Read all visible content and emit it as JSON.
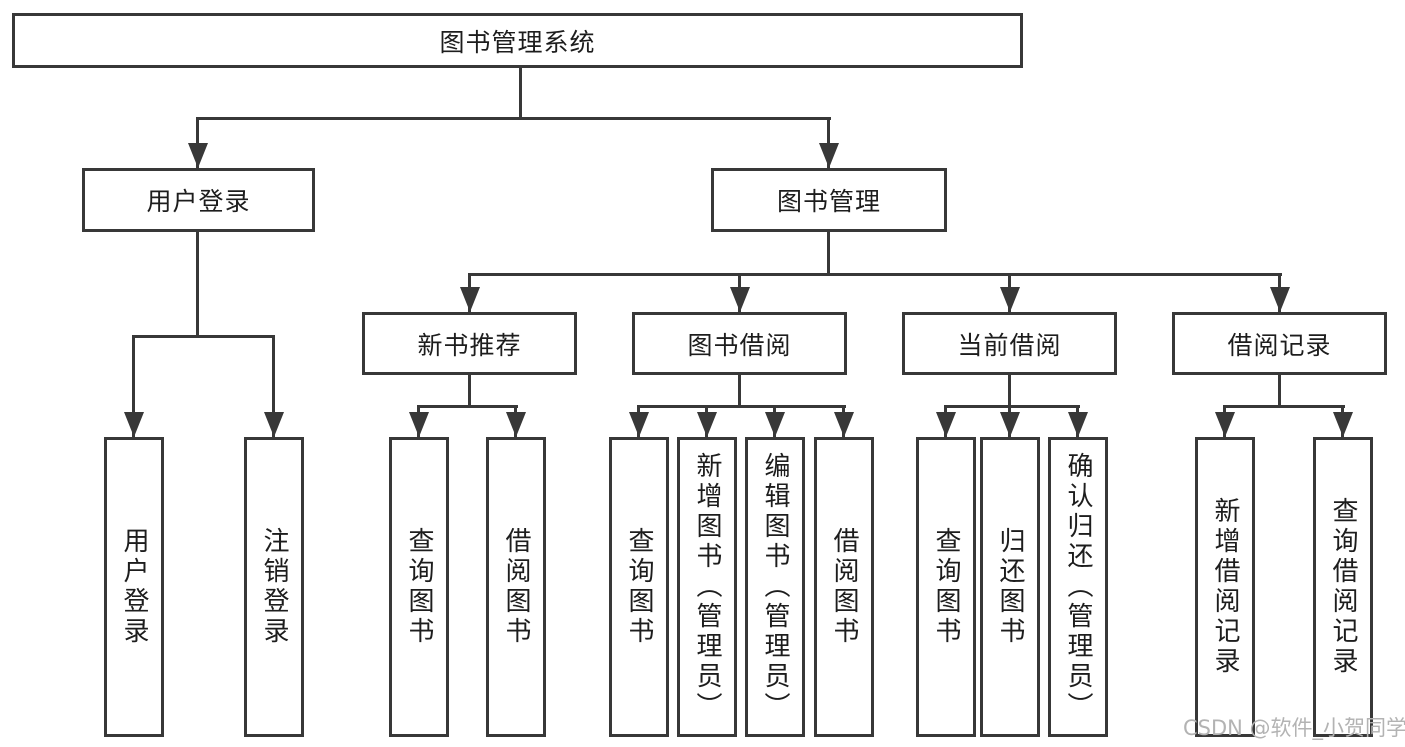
{
  "diagram": {
    "title": "图书管理系统",
    "root": {
      "label": "图书管理系统"
    },
    "level2": [
      {
        "label": "用户登录"
      },
      {
        "label": "图书管理"
      }
    ],
    "level3": [
      {
        "label": "新书推荐"
      },
      {
        "label": "图书借阅"
      },
      {
        "label": "当前借阅"
      },
      {
        "label": "借阅记录"
      }
    ],
    "leaves": {
      "login": [
        {
          "label": "用户登录"
        },
        {
          "label": "注销登录"
        }
      ],
      "recommend": [
        {
          "label": "查询图书"
        },
        {
          "label": "借阅图书"
        }
      ],
      "borrow": [
        {
          "label": "查询图书"
        },
        {
          "label": "新增图书（管理员）"
        },
        {
          "label": "编辑图书（管理员）"
        },
        {
          "label": "借阅图书"
        }
      ],
      "current": [
        {
          "label": "查询图书"
        },
        {
          "label": "归还图书"
        },
        {
          "label": "确认归还（管理员）"
        }
      ],
      "records": [
        {
          "label": "新增借阅记录"
        },
        {
          "label": "查询借阅记录"
        }
      ]
    }
  },
  "watermark": "CSDN @软件_小贺同学",
  "colors": {
    "line": "#383838",
    "text": "#1d1d1d",
    "watermark": "#b3b3b3",
    "background": "#ffffff"
  }
}
